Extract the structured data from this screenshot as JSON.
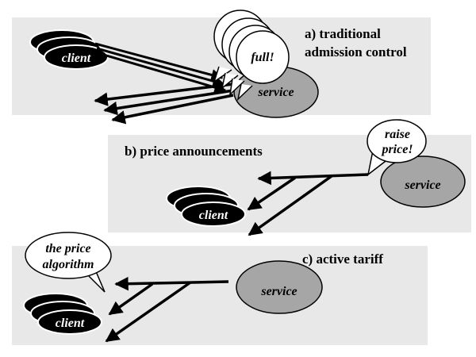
{
  "panels": {
    "a": {
      "label_line1": "a) traditional",
      "label_line2": "admission control",
      "client": "client",
      "service": "service",
      "bubble": "full!"
    },
    "b": {
      "label": "b) price announcements",
      "client": "client",
      "service": "service",
      "bubble_line1": "raise",
      "bubble_line2": "price!"
    },
    "c": {
      "label": "c) active tariff",
      "client": "client",
      "service": "service",
      "bubble_line1": "the price",
      "bubble_line2": "algorithm"
    }
  },
  "colors": {
    "panel_bg": "#e8e8e8",
    "client_fill": "#000000",
    "service_fill": "#a6a6a6",
    "bubble_fill": "#ffffff"
  }
}
